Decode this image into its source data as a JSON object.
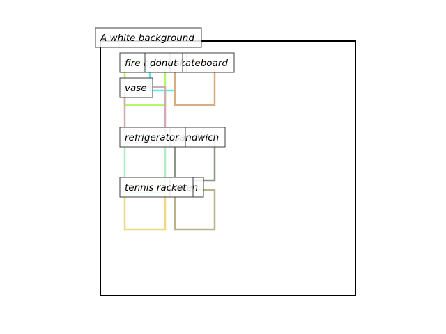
{
  "caption": "A white background",
  "frame_color": "#000000",
  "objects": [
    {
      "name": "fire hydrant",
      "label": "fire hydrant",
      "color": "#b2f86a"
    },
    {
      "name": "donut",
      "label": "donut",
      "color": "#60e8e8"
    },
    {
      "name": "skateboard",
      "label": "skateboard",
      "color": "#d6ad7c"
    },
    {
      "name": "vase",
      "label": "vase",
      "color": "#d2aab4"
    },
    {
      "name": "refrigerator",
      "label": "refrigerator",
      "color": "#b0ecc4"
    },
    {
      "name": "sandwich",
      "label": "sandwich",
      "color": "#8d9585"
    },
    {
      "name": "tennis racket",
      "label": "tennis racket",
      "color": "#f0d880"
    },
    {
      "name": "oven",
      "label": "oven",
      "color": "#b8b38a"
    }
  ]
}
